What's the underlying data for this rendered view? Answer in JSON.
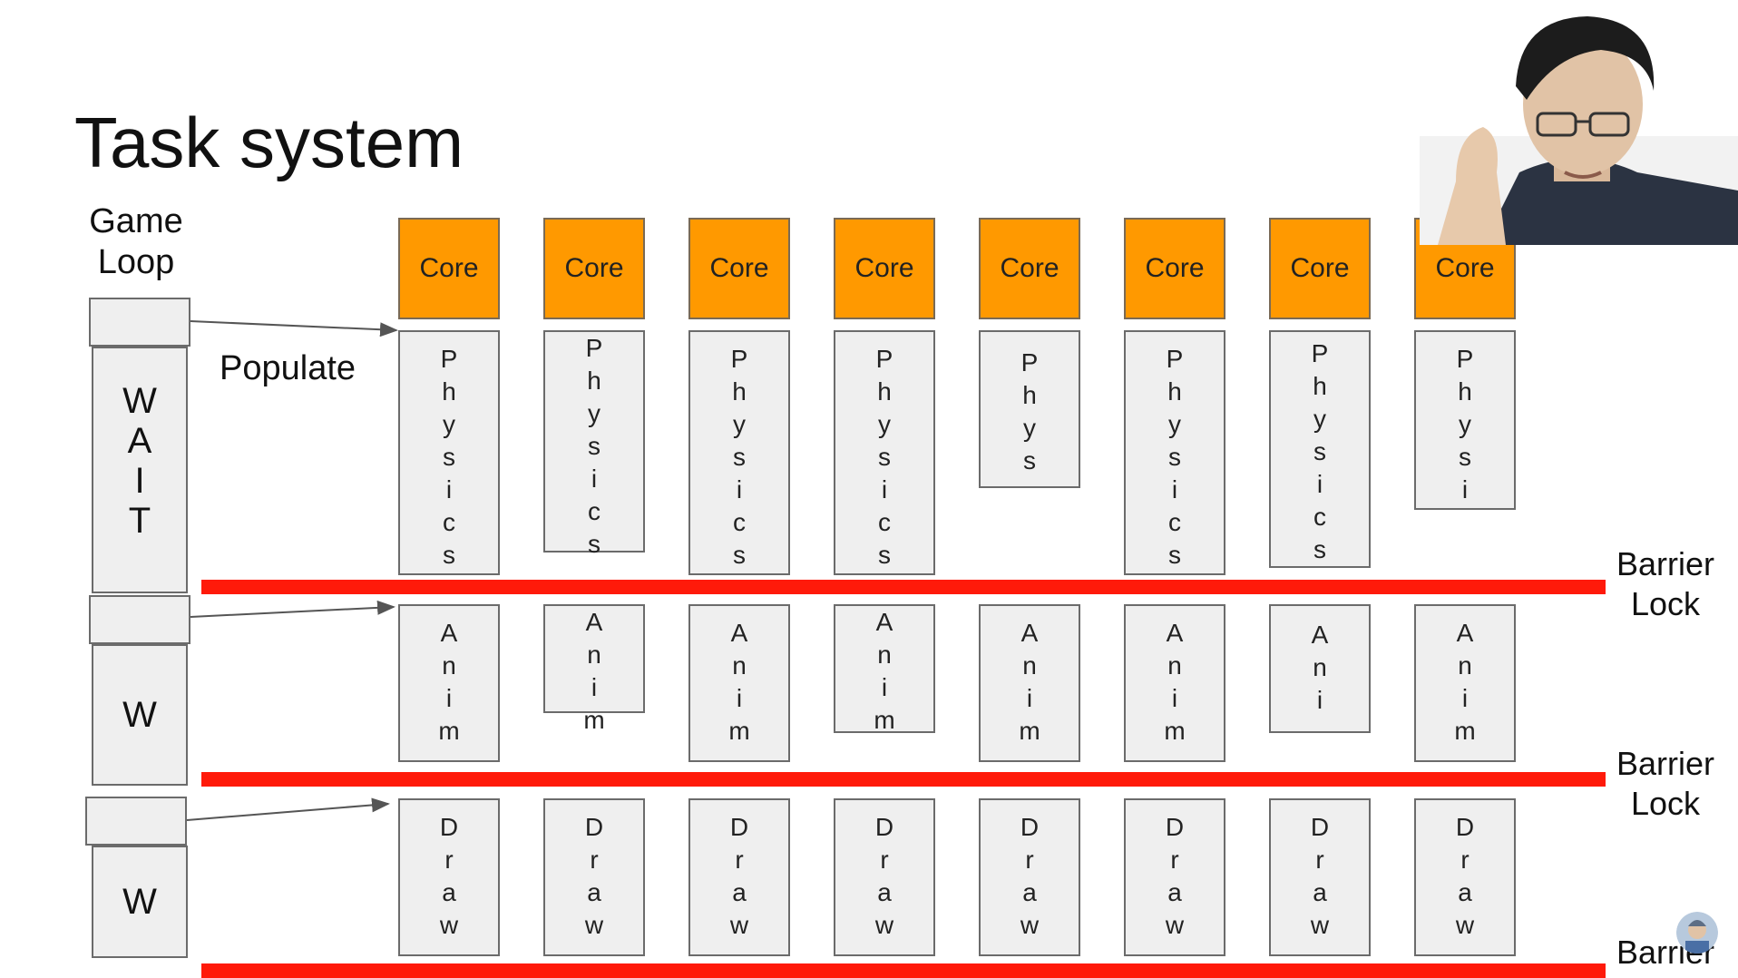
{
  "title": "Task system",
  "game_loop_label": "Game\nLoop",
  "populate_label": "Populate",
  "wait_labels": [
    "W\nA\nI\nT",
    "W",
    "W"
  ],
  "core_label": "Core",
  "cores": [
    {
      "physics": "Physics",
      "anim": "Anim",
      "draw": "Draw"
    },
    {
      "physics": "Physics",
      "anim": "Anim",
      "draw": "Draw"
    },
    {
      "physics": "Physics",
      "anim": "Anim",
      "draw": "Draw"
    },
    {
      "physics": "Physics",
      "anim": "Anim",
      "draw": "Draw"
    },
    {
      "physics": "Phys",
      "anim": "Anim",
      "draw": "Draw"
    },
    {
      "physics": "Physics",
      "anim": "Anim",
      "draw": "Draw"
    },
    {
      "physics": "Physics",
      "anim": "Ani",
      "draw": "Draw"
    },
    {
      "physics": "Physi",
      "anim": "Anim",
      "draw": "Draw"
    }
  ],
  "barrier_label": "Barrier\nLock",
  "barrier_partial_label": "Barrier",
  "colors": {
    "core": "#ff9900",
    "barrier": "#ff1a0a",
    "task_fill": "#efefef"
  }
}
